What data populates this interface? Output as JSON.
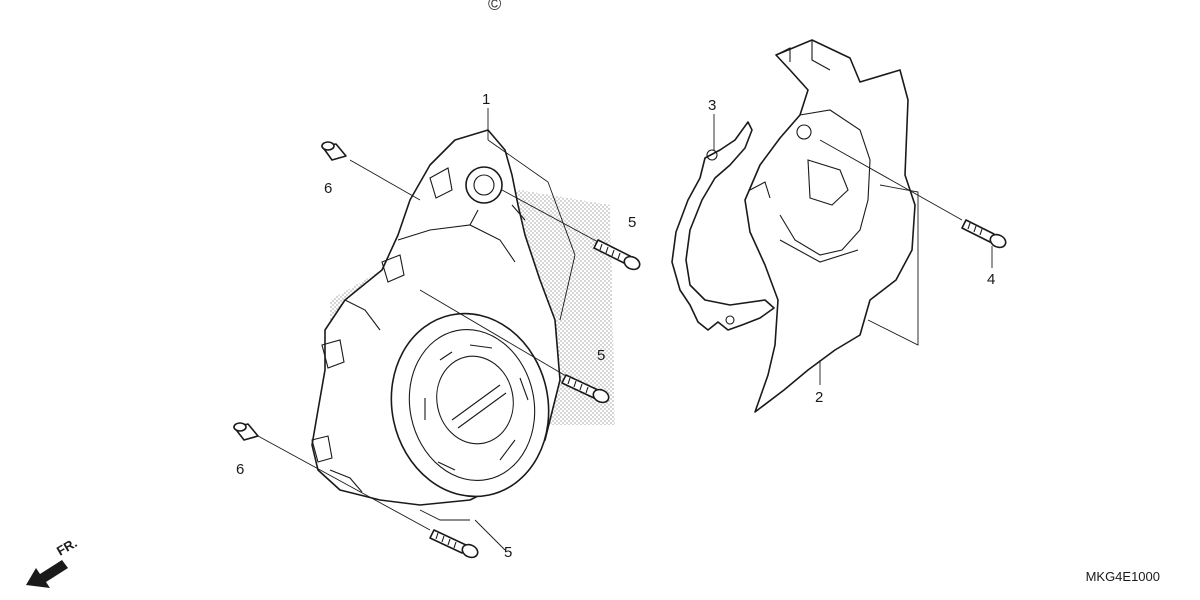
{
  "copyright_symbol": "©",
  "diagram_code": "MKG4E1000",
  "front_arrow_label": "FR.",
  "callouts": {
    "c1": "1",
    "c2": "2",
    "c3": "3",
    "c4": "4",
    "c5a": "5",
    "c5b": "5",
    "c5c": "5",
    "c6a": "6",
    "c6b": "6"
  },
  "icons": {
    "front_arrow": "front-direction-arrow-icon"
  }
}
